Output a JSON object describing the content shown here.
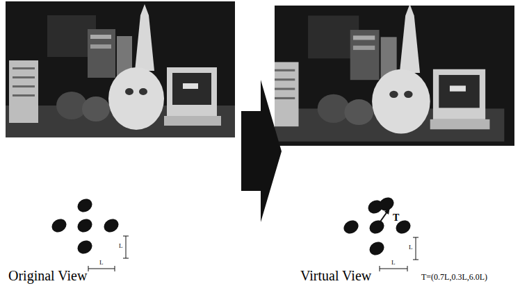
{
  "diagram": {
    "labels": [
      "L",
      "L",
      "Original View",
      "T",
      "L",
      "L",
      "Virtual View",
      "T=(0.7L,0.3L,6.0L)"
    ]
  }
}
